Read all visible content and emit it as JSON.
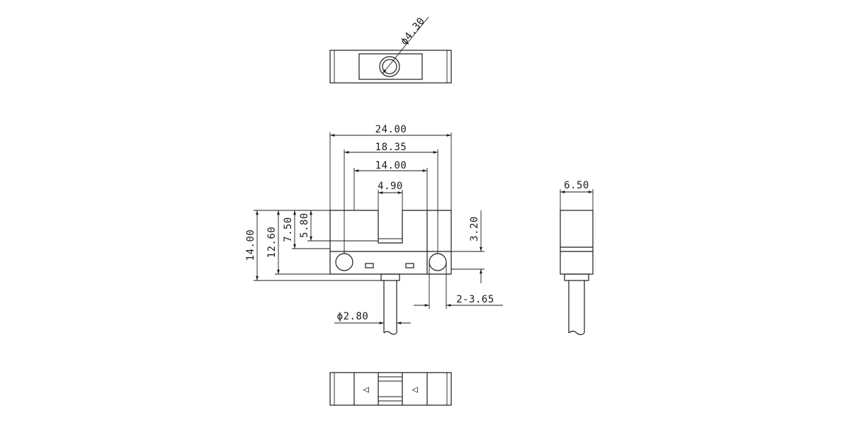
{
  "drawing": {
    "top_view": {
      "hole_diameter": "ϕ4.30"
    },
    "front_view": {
      "overall_width": "24.00",
      "hole_spacing": "18.35",
      "inner_width": "14.00",
      "slot_width": "4.90",
      "overall_height": "14.00",
      "body_height": "12.60",
      "slot_depth": "7.50",
      "inner_depth": "5.80",
      "hole_offset": "3.20",
      "mounting_holes": "2-3.65",
      "cable_diameter": "ϕ2.80"
    },
    "side_view": {
      "thickness": "6.50"
    },
    "bottom_view": {
      "arrow_glyph_left": "◁",
      "arrow_glyph_right": "◁"
    }
  }
}
